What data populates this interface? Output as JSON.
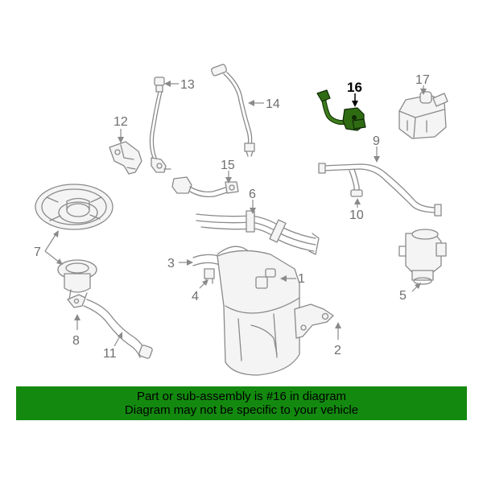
{
  "diagram": {
    "callouts": {
      "n1": "1",
      "n2": "2",
      "n3": "3",
      "n4": "4",
      "n5": "5",
      "n6": "6",
      "n7": "7",
      "n8": "8",
      "n9": "9",
      "n10": "10",
      "n11": "11",
      "n12": "12",
      "n13": "13",
      "n14": "14",
      "n15": "15",
      "n16": "16",
      "n17": "17"
    },
    "highlighted_part": "16",
    "highlight_color": "#2f6b12"
  },
  "banner": {
    "line1": "Part or sub-assembly is #16 in diagram",
    "line2": "Diagram may not be specific to your vehicle",
    "color": "#138a0f"
  }
}
